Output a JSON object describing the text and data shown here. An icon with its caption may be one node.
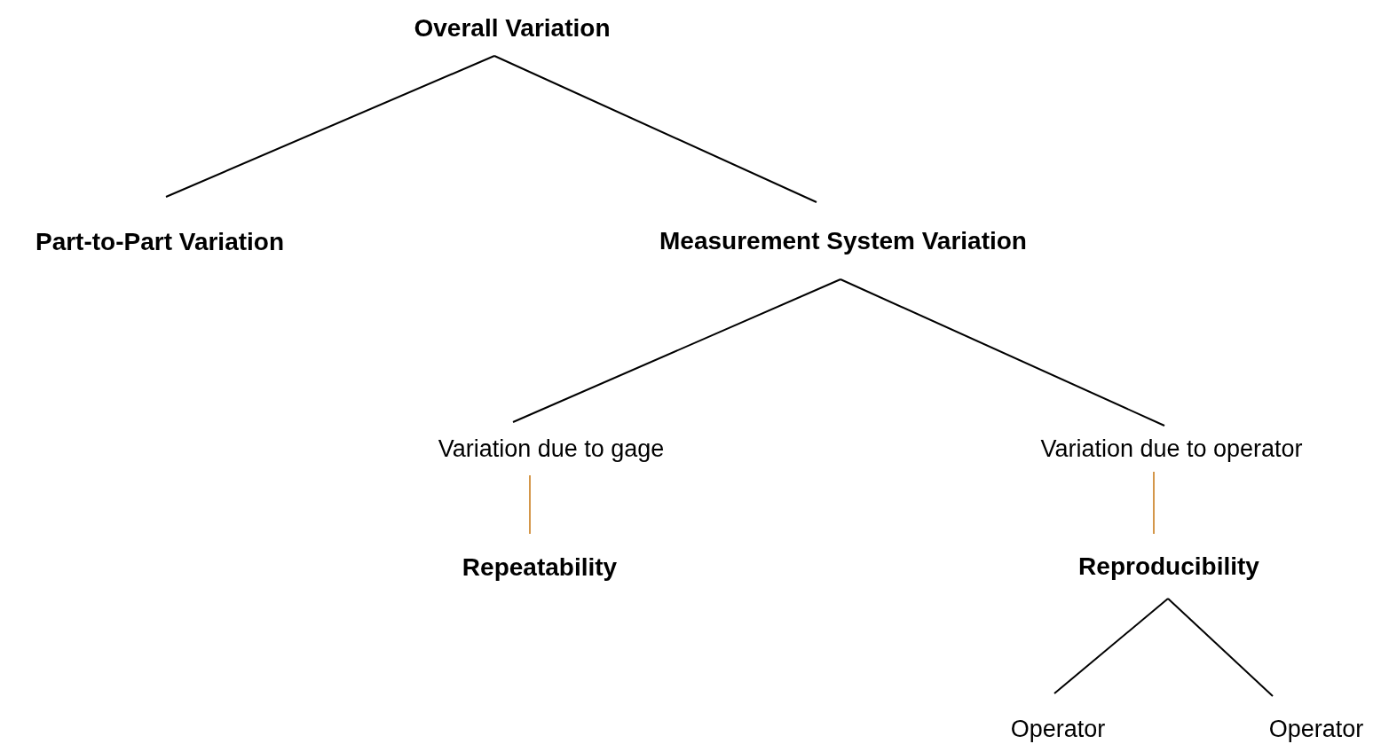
{
  "diagram": {
    "nodes": [
      {
        "text": [
          "Overall Variation"
        ]
      },
      {
        "text": [
          "Part-to-Part Variation"
        ]
      },
      {
        "text": [
          "Measurement System Variation"
        ]
      },
      {
        "text": [
          "Variation due to gage"
        ]
      },
      {
        "text": [
          "Variation due to operator"
        ]
      },
      {
        "text": [
          "Repeatability"
        ]
      },
      {
        "text": [
          "Reproducibility"
        ]
      },
      {
        "text": [
          "Operator"
        ]
      },
      {
        "text": [
          "Operator"
        ]
      }
    ],
    "edges": [
      {
        "from": 0,
        "to": 1,
        "arrow": "none"
      },
      {
        "from": 0,
        "to": 2,
        "arrow": "none"
      },
      {
        "from": 2,
        "to": 3,
        "arrow": "none"
      },
      {
        "from": 2,
        "to": 4,
        "arrow": "none"
      },
      {
        "from": 3,
        "to": 5,
        "arrow": "none",
        "color": "#d4974a"
      },
      {
        "from": 4,
        "to": 6,
        "arrow": "none",
        "color": "#d4974a"
      },
      {
        "from": 6,
        "to": 7,
        "arrow": "none"
      },
      {
        "from": 6,
        "to": 8,
        "arrow": "none"
      }
    ]
  }
}
